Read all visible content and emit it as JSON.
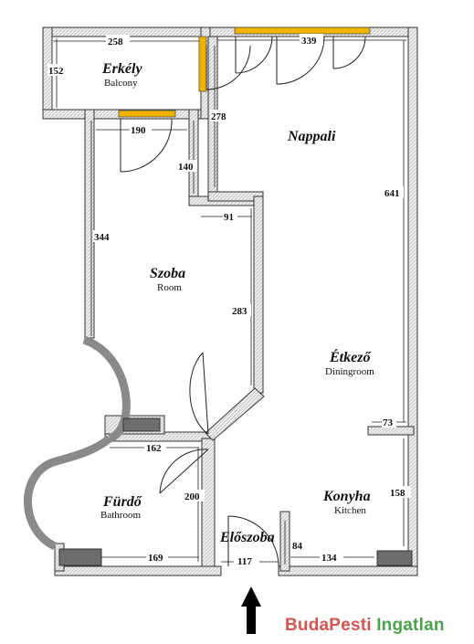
{
  "rooms": {
    "balcony": {
      "name": "Erkély",
      "sub": "Balcony"
    },
    "living": {
      "name": "Nappali"
    },
    "room": {
      "name": "Szoba",
      "sub": "Room"
    },
    "dining": {
      "name": "Étkező",
      "sub": "Diningroom"
    },
    "bathroom": {
      "name": "Fürdő",
      "sub": "Bathroom"
    },
    "hall": {
      "name": "Előszoba"
    },
    "kitchen": {
      "name": "Konyha",
      "sub": "Kitchen"
    }
  },
  "dims": {
    "balcony_width": "258",
    "balcony_depth": "152",
    "living_width": "339",
    "living_left": "278",
    "room_top": "190",
    "room_notch": "140",
    "room_height": "344",
    "room_step": "91",
    "room_right": "283",
    "living_height": "641",
    "dining_ledge": "73",
    "bath_top": "162",
    "bath_side": "200",
    "bath_bottom": "169",
    "kitchen_side": "158",
    "hall_width": "117",
    "hall_side": "84",
    "kitchen_bottom": "134"
  },
  "brand": {
    "part1": "BudaPesti",
    "part2": "Ingatlan"
  },
  "colors": {
    "window": "#f0b400",
    "wall": "#888888",
    "brand_red": "#d9534f",
    "brand_green": "#4aa34a"
  }
}
